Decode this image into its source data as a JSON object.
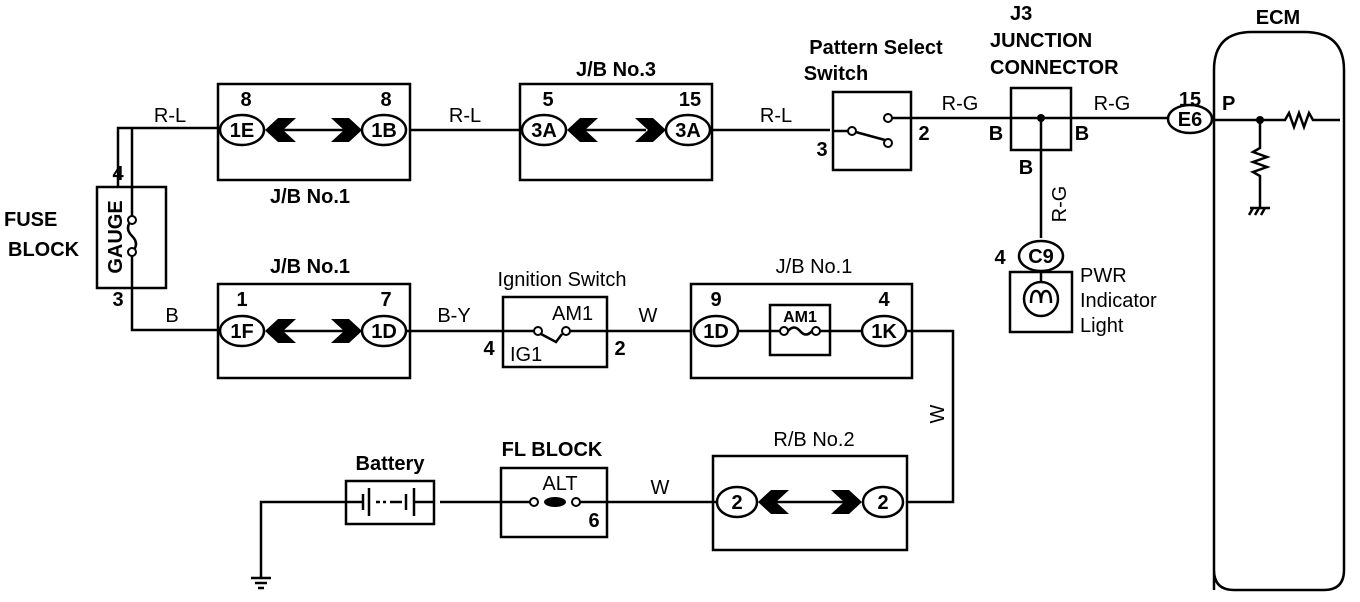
{
  "ecm": {
    "label": "ECM",
    "pin_no": "15",
    "connector": "E6",
    "pin_name": "P"
  },
  "fuse_block": {
    "label_line1": "FUSE",
    "label_line2": "BLOCK",
    "fuse_name": "GAUGE",
    "pin_top": "4",
    "pin_bottom": "3"
  },
  "jb1_top": {
    "label": "J/B No.1",
    "left_pin": "8",
    "left_conn": "1E",
    "right_pin": "8",
    "right_conn": "1B"
  },
  "jb3": {
    "label": "J/B No.3",
    "left_pin": "5",
    "left_conn": "3A",
    "right_pin": "15",
    "right_conn": "3A"
  },
  "pattern_switch": {
    "label_line1": "Pattern Select",
    "label_line2": "Switch",
    "pin_in": "3",
    "pin_out": "2"
  },
  "junction": {
    "label_line1": "J3",
    "label_line2": "JUNCTION",
    "label_line3": "CONNECTOR",
    "pin_left": "B",
    "pin_right": "B",
    "pin_bottom": "B"
  },
  "pwr_light": {
    "pin": "4",
    "connector": "C9",
    "label_line1": "PWR",
    "label_line2": "Indicator",
    "label_line3": "Light"
  },
  "jb1_bottom_left": {
    "label": "J/B No.1",
    "left_pin": "1",
    "left_conn": "1F",
    "right_pin": "7",
    "right_conn": "1D"
  },
  "ignition_switch": {
    "label": "Ignition Switch",
    "pin_in": "4",
    "pin_out": "2",
    "contact_in": "IG1",
    "contact_out": "AM1"
  },
  "jb1_bottom_right": {
    "label": "J/B No.1",
    "left_pin": "9",
    "left_conn": "1D",
    "fuse": "AM1",
    "right_pin": "4",
    "right_conn": "1K"
  },
  "battery": {
    "label": "Battery"
  },
  "fl_block": {
    "label": "FL BLOCK",
    "fuse": "ALT",
    "pin": "6"
  },
  "rb2": {
    "label": "R/B No.2",
    "left_conn": "2",
    "right_conn": "2"
  },
  "wires": {
    "fuse_to_jb1": "R-L",
    "jb1_to_jb3": "R-L",
    "jb3_to_switch": "R-L",
    "switch_to_junction": "R-G",
    "junction_to_ecm": "R-G",
    "junction_to_light": "R-G",
    "fuse_to_jb1_bottom": "B",
    "jb1_to_ignition": "B-Y",
    "ignition_to_jb1": "W",
    "jb1_to_rb2": "W",
    "fl_to_rb2": "W"
  }
}
